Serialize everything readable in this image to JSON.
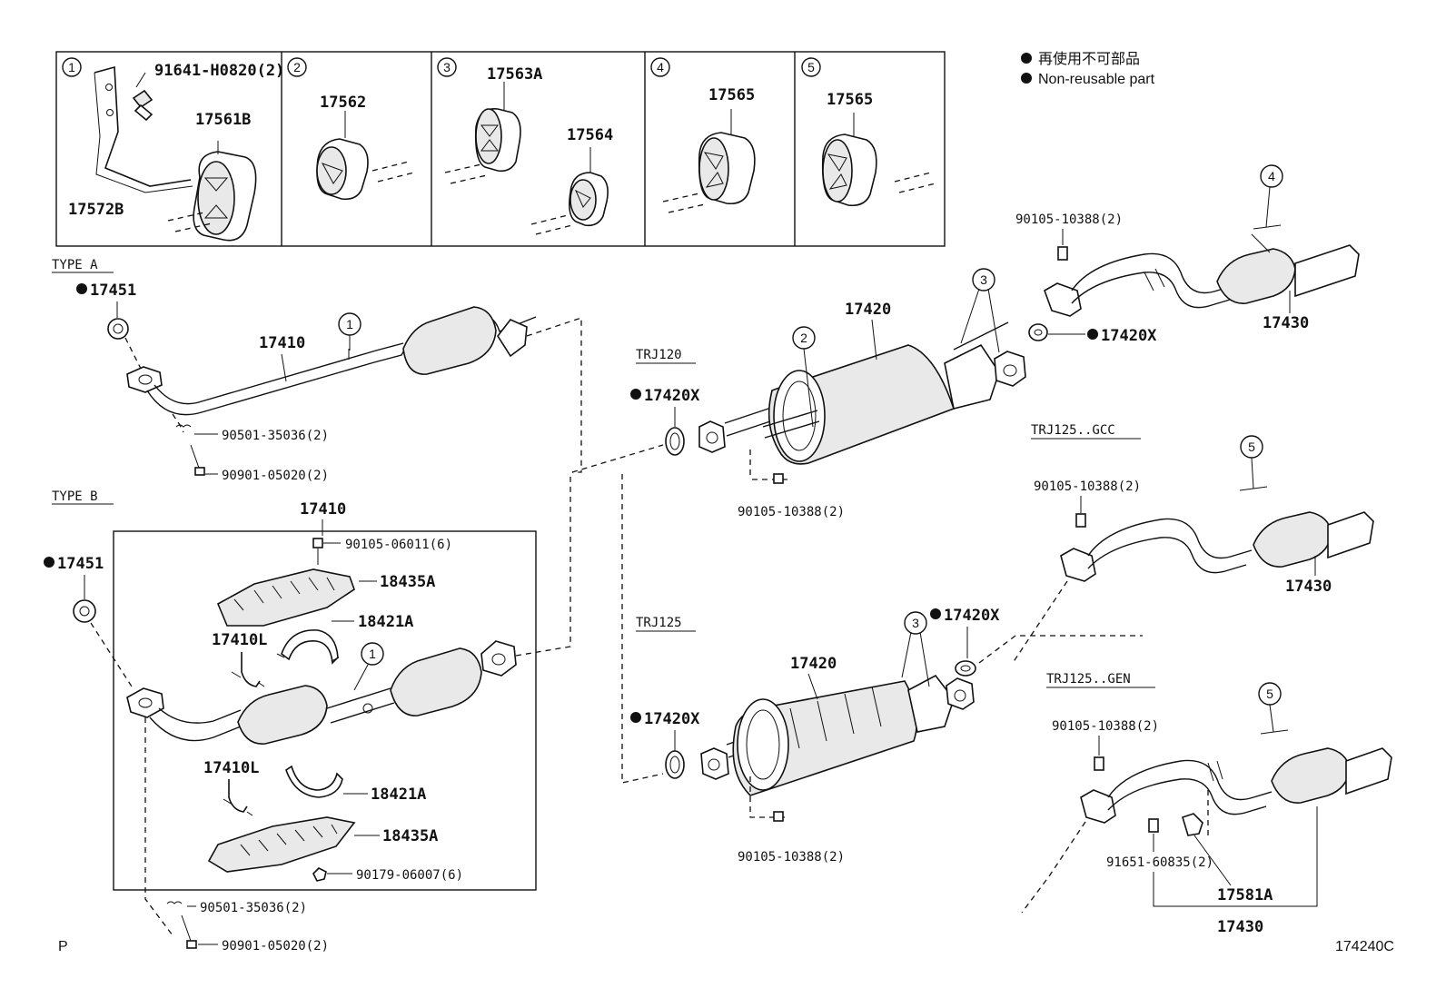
{
  "legend": {
    "jp": "再使用不可部品",
    "en": "Non-reusable part"
  },
  "inset_panels": [
    {
      "num": "1",
      "labels": [
        "91641-H0820(2)",
        "17561B",
        "17572B"
      ]
    },
    {
      "num": "2",
      "labels": [
        "17562"
      ]
    },
    {
      "num": "3",
      "labels": [
        "17563A",
        "17564"
      ]
    },
    {
      "num": "4",
      "labels": [
        "17565"
      ]
    },
    {
      "num": "5",
      "labels": [
        "17565"
      ]
    }
  ],
  "sections": {
    "type_a": "TYPE A",
    "type_b": "TYPE B",
    "trj120": "TRJ120",
    "trj125": "TRJ125",
    "trj125_gcc": "TRJ125..GCC",
    "trj125_gen": "TRJ125..GEN"
  },
  "labels": {
    "ta_17451": "17451",
    "ta_17410": "17410",
    "ta_90501": "90501-35036(2)",
    "ta_90901": "90901-05020(2)",
    "tb_17410": "17410",
    "tb_90105": "90105-06011(6)",
    "tb_18435A_top": "18435A",
    "tb_17451": "17451",
    "tb_18421A_top": "18421A",
    "tb_17410L_top": "17410L",
    "tb_17410L_bot": "17410L",
    "tb_18421A_bot": "18421A",
    "tb_18435A_bot": "18435A",
    "tb_90179": "90179-06007(6)",
    "tb_90501": "90501-35036(2)",
    "tb_90901": "90901-05020(2)",
    "m1_17420": "17420",
    "m1_17420X_left": "17420X",
    "m1_17420X_right": "17420X",
    "m1_90105": "90105-10388(2)",
    "m2_17420": "17420",
    "m2_17420X_left": "17420X",
    "m2_17420X_right": "17420X",
    "m2_90105": "90105-10388(2)",
    "t1_90105": "90105-10388(2)",
    "t1_17430": "17430",
    "t2_90105": "90105-10388(2)",
    "t2_17430": "17430",
    "t3_90105": "90105-10388(2)",
    "t3_91651": "91651-60835(2)",
    "t3_17581A": "17581A",
    "t3_17430": "17430"
  },
  "callouts": {
    "c1_ta": "1",
    "c1_tb": "1",
    "c2_m1": "2",
    "c3_m1": "3",
    "c3_m2": "3",
    "c4_t1": "4",
    "c5_t2": "5",
    "c5_t3": "5"
  },
  "footer": {
    "left": "P",
    "right": "174240C"
  }
}
